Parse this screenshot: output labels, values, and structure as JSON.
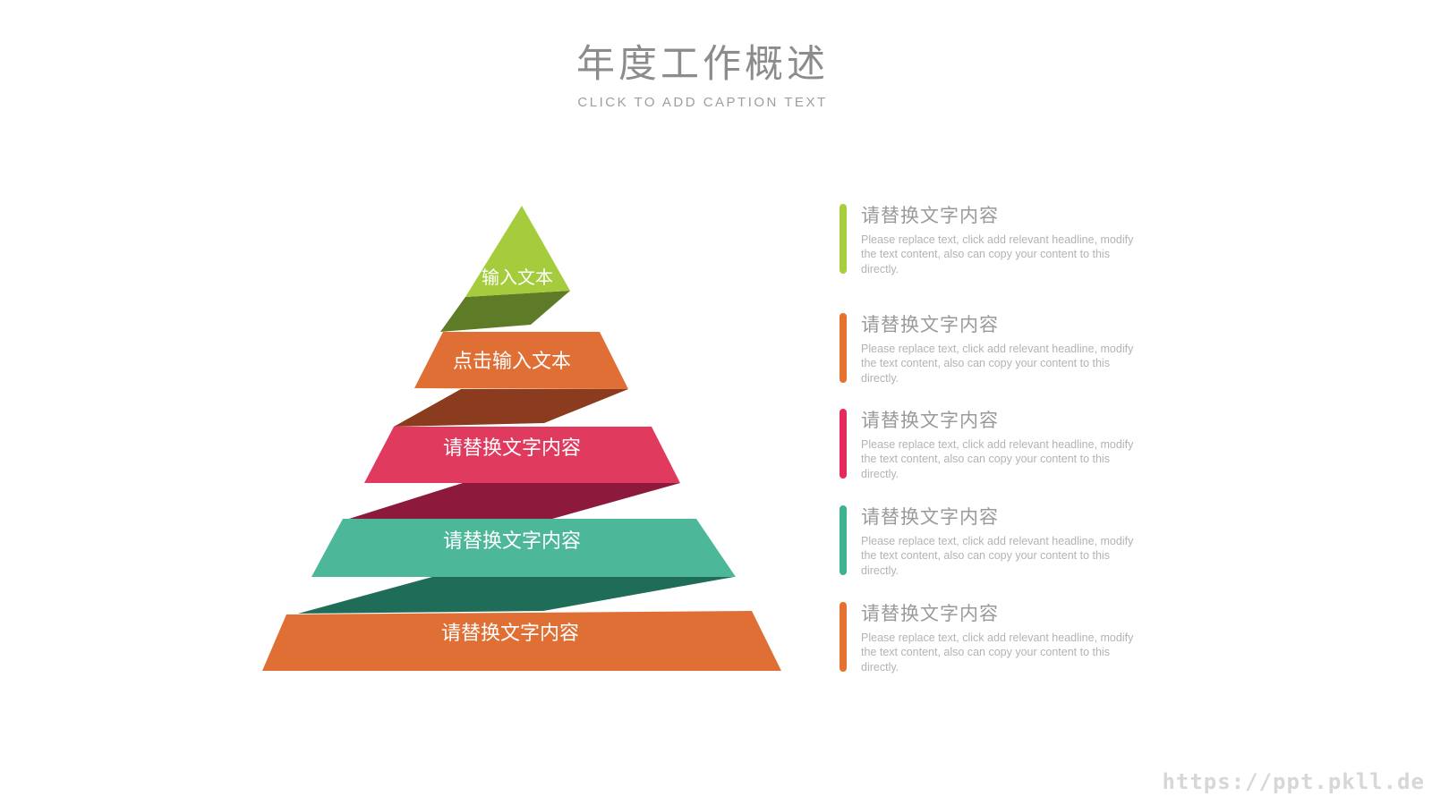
{
  "header": {
    "title": "年度工作概述",
    "subtitle": "CLICK TO ADD CAPTION TEXT"
  },
  "pyramid": {
    "layers": [
      {
        "label": "输入文本",
        "color": "#a4cc3c",
        "fold_color": "#5e7c27"
      },
      {
        "label": "点击输入文本",
        "color": "#e06f36",
        "fold_color": "#8b3c1e"
      },
      {
        "label": "请替换文字内容",
        "color": "#e03a5f",
        "fold_color": "#8d1a3c"
      },
      {
        "label": "请替换文字内容",
        "color": "#4db899",
        "fold_color": "#1f6d58"
      },
      {
        "label": "请替换文字内容",
        "color": "#e06f36"
      }
    ]
  },
  "blocks": [
    {
      "accent": "#a6ce3d",
      "heading": "请替换文字内容",
      "body": "Please replace text, click add relevant headline, modify the text content, also can copy your content to this directly."
    },
    {
      "accent": "#e5722e",
      "heading": "请替换文字内容",
      "body": "Please replace text, click add relevant headline, modify the text content, also can copy your content to this directly."
    },
    {
      "accent": "#e62a5c",
      "heading": "请替换文字内容",
      "body": "Please replace text, click add relevant headline, modify the text content, also can copy your content to this directly."
    },
    {
      "accent": "#3eb394",
      "heading": "请替换文字内容",
      "body": "Please replace text, click add relevant headline, modify the text content, also can copy your content to this directly."
    },
    {
      "accent": "#e5722e",
      "heading": "请替换文字内容",
      "body": "Please replace text, click add relevant headline, modify the text content, also can copy your content to this directly."
    }
  ],
  "watermark": "https://ppt.pkll.de"
}
